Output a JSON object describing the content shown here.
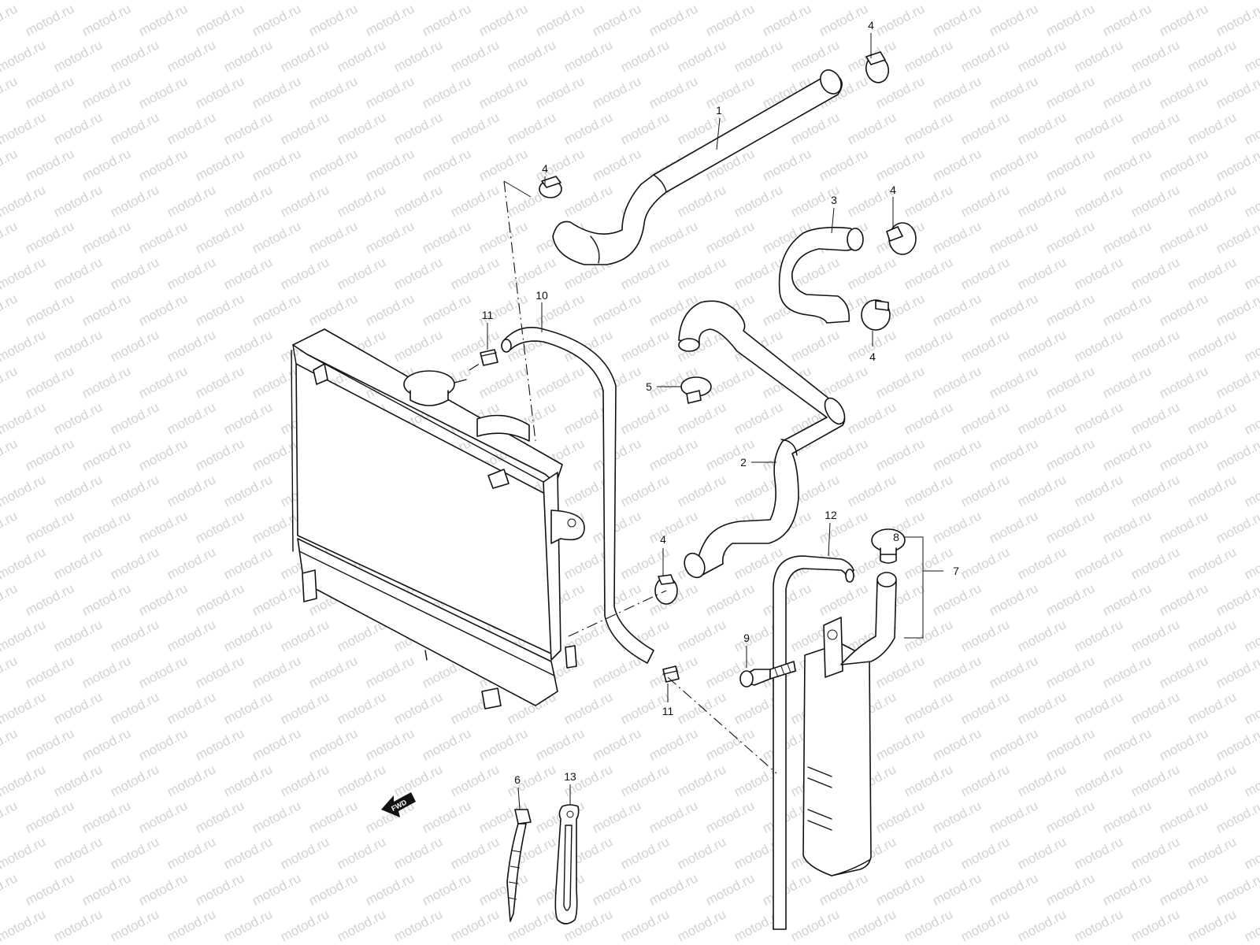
{
  "watermark": "motod.ru",
  "fwd_label": "FWD",
  "callouts": {
    "c1": "1",
    "c2": "2",
    "c3": "3",
    "c4a": "4",
    "c4b": "4",
    "c4c": "4",
    "c4d": "4",
    "c4e": "4",
    "c5": "5",
    "c6": "6",
    "c7": "7",
    "c8": "8",
    "c9": "9",
    "c10": "10",
    "c11a": "11",
    "c11b": "11",
    "c12": "12",
    "c13": "13"
  },
  "colors": {
    "line": "#111111",
    "watermark": "#d2d2d2",
    "background": "#ffffff"
  }
}
